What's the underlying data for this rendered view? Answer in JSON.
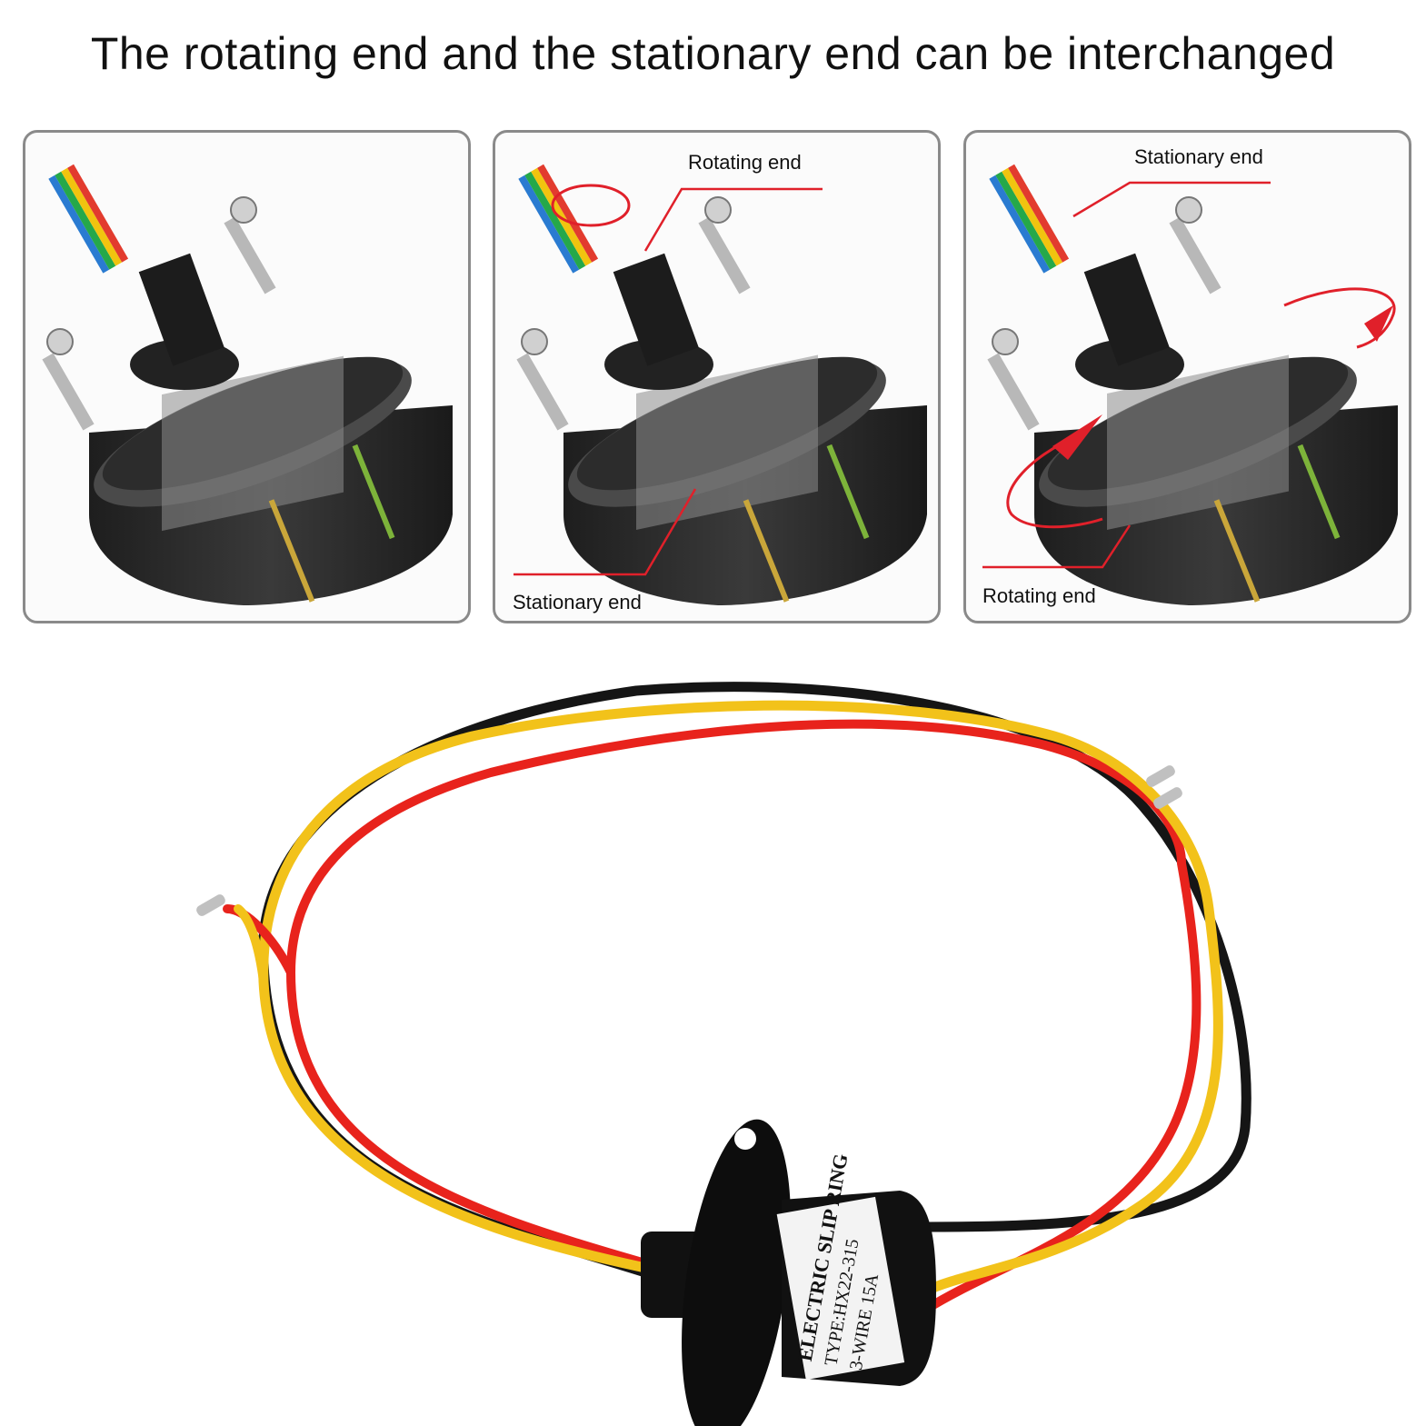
{
  "headline": "The rotating end and the stationary end can be interchanged",
  "panels": [
    {
      "name": "plain"
    },
    {
      "top_label": "Rotating end",
      "bottom_label": "Stationary end"
    },
    {
      "top_label": "Stationary end",
      "bottom_label": "Rotating end"
    }
  ],
  "product": {
    "ring_line1": "ELECTRIC SLIP RING",
    "ring_line2": "TYPE:HX22-315",
    "ring_line3": "3-WIRE   15A"
  },
  "colors": {
    "annotation_red": "#e0202a",
    "wire_red": "#e8231c",
    "wire_yellow": "#f2c21a",
    "wire_black": "#151515",
    "panel_border": "#8a8a8a"
  }
}
